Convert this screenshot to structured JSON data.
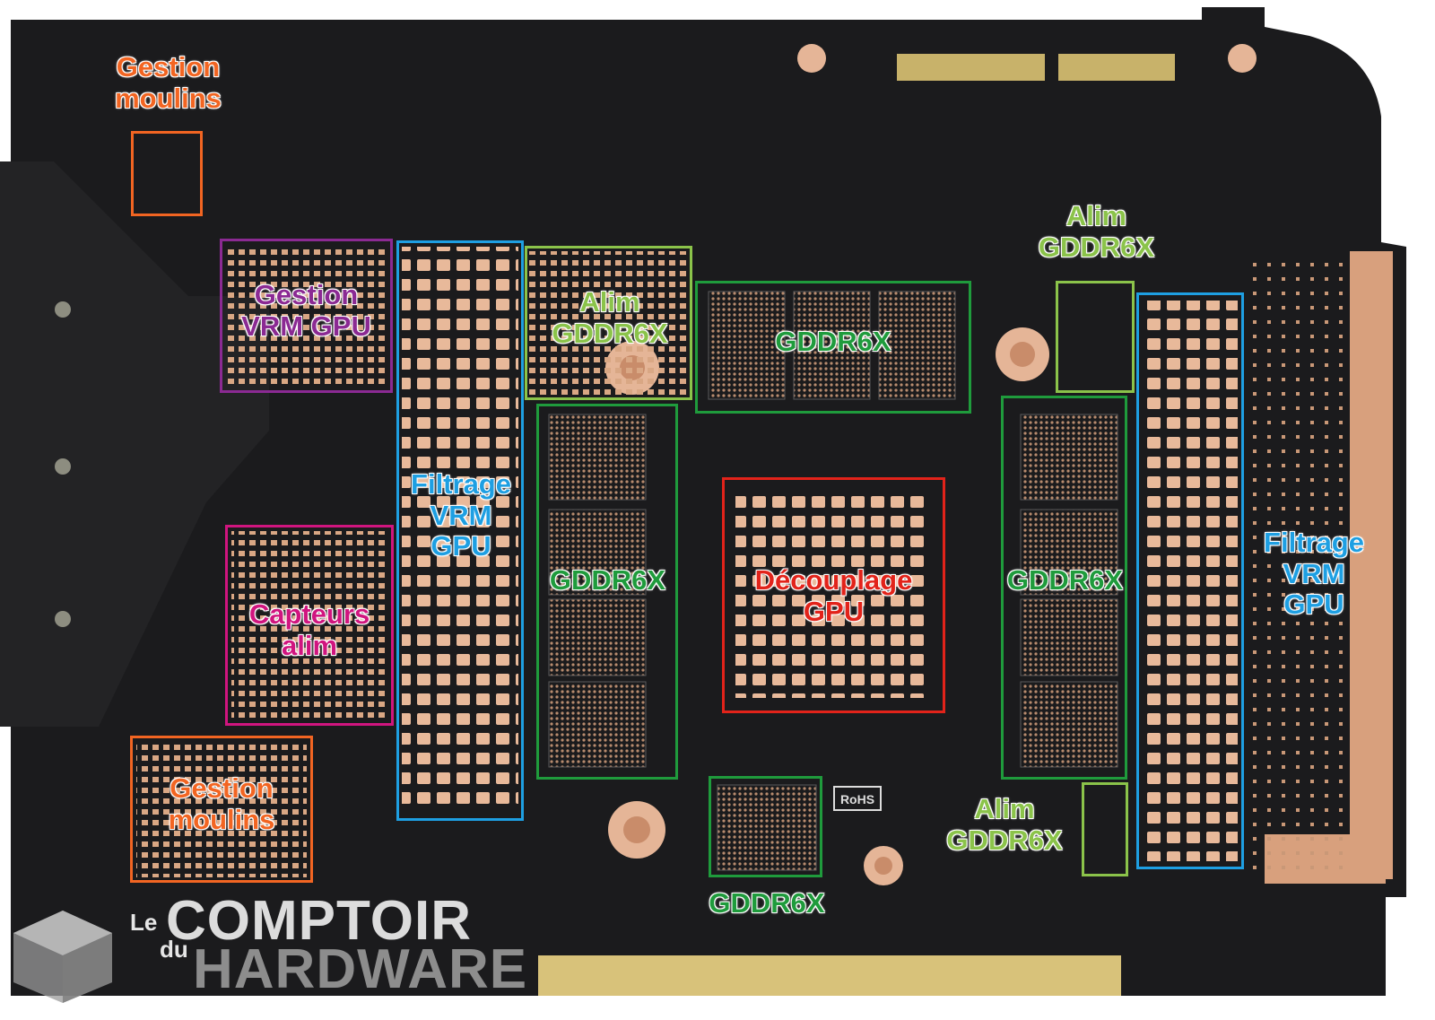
{
  "colors": {
    "orange": "#f26522",
    "purple": "#8b2a93",
    "magenta": "#d0157f",
    "blue": "#1e9fe2",
    "lightgreen": "#8bc34a",
    "green": "#1f9b3c",
    "red": "#e2231a"
  },
  "annotations": {
    "fan_top": {
      "line1": "Gestion",
      "line2": "moulins"
    },
    "vrm_mgmt": {
      "line1": "Gestion",
      "line2": "VRM GPU"
    },
    "vrm_filter_left": {
      "line1": "Filtrage",
      "line2": "VRM",
      "line3": "GPU"
    },
    "alim_gddr6x_left": {
      "line1": "Alim",
      "line2": "GDDR6X"
    },
    "gddr6x_top": {
      "line1": "GDDR6X"
    },
    "alim_gddr6x_top_right": {
      "line1": "Alim",
      "line2": "GDDR6X"
    },
    "gddr6x_left": {
      "line1": "GDDR6X"
    },
    "decouplage_gpu": {
      "line1": "Découplage",
      "line2": "GPU"
    },
    "gddr6x_right": {
      "line1": "GDDR6X"
    },
    "vrm_filter_right": {
      "line1": "Filtrage",
      "line2": "VRM",
      "line3": "GPU"
    },
    "capteurs_alim": {
      "line1": "Capteurs",
      "line2": "alim"
    },
    "fan_bottom": {
      "line1": "Gestion",
      "line2": "moulins"
    },
    "gddr6x_bottom": {
      "line1": "GDDR6X"
    },
    "alim_gddr6x_bottom_right": {
      "line1": "Alim",
      "line2": "GDDR6X"
    }
  },
  "watermark": {
    "le": "Le",
    "du": "du",
    "comptoir": "COMPTOIR",
    "hardware": "HARDWARE"
  },
  "silkscreen": {
    "rohs": "RoHS"
  }
}
